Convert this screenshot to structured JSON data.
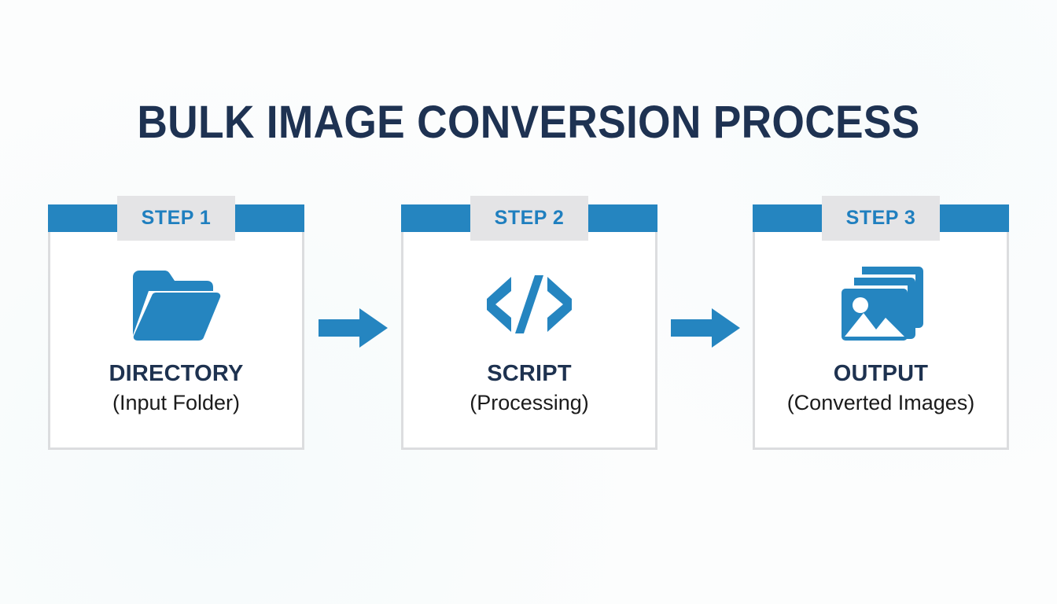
{
  "page": {
    "title": "BULK IMAGE CONVERSION PROCESS",
    "background_color": "#fcfdfd",
    "accent_color": "#2585c0",
    "title_color": "#1e3252",
    "badge_background_color": "#e4e4e6",
    "badge_text_color": "#1f7fbf",
    "card_border_color": "#dcdddf",
    "card_background_color": "#ffffff"
  },
  "steps": [
    {
      "badge": "STEP 1",
      "title": "DIRECTORY",
      "subtitle": "(Input Folder)",
      "icon": "open-folder-icon"
    },
    {
      "badge": "STEP 2",
      "title": "SCRIPT",
      "subtitle": "(Processing)",
      "icon": "code-brackets-icon"
    },
    {
      "badge": "STEP 3",
      "title": "OUTPUT",
      "subtitle": "(Converted Images)",
      "icon": "stacked-images-icon"
    }
  ],
  "arrows": [
    {
      "name": "arrow-step1-to-step2",
      "direction": "right",
      "color": "#2585c0"
    },
    {
      "name": "arrow-step2-to-step3",
      "direction": "right",
      "color": "#2585c0"
    }
  ]
}
